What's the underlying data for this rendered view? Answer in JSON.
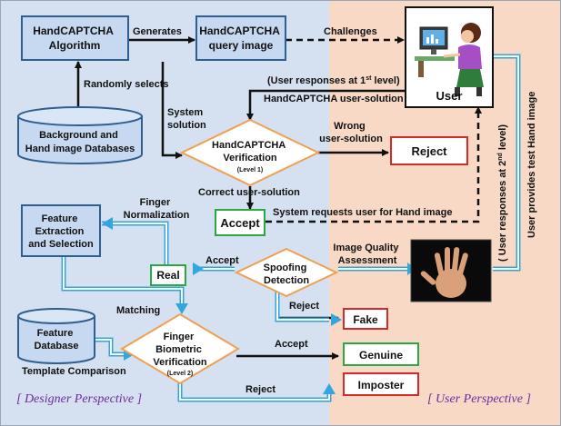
{
  "nodes": {
    "algorithm": "HandCAPTCHA\nAlgorithm",
    "query_image": "HandCAPTCHA\nquery image",
    "databases": "Background and\nHand image Databases",
    "user": "User",
    "verification": "HandCAPTCHA\nVerification",
    "verification_level": "(Level 1)",
    "reject": "Reject",
    "accept": "Accept",
    "feature_extraction": "Feature\nExtraction\nand Selection",
    "real": "Real",
    "spoofing": "Spoofing\nDetection",
    "fake": "Fake",
    "feature_db": "Feature\nDatabase",
    "biometric": "Finger\nBiometric\nVerification",
    "biometric_level": "(Level 2)",
    "genuine": "Genuine",
    "imposter": "Imposter"
  },
  "edge_labels": {
    "generates": "Generates",
    "challenges": "Challenges",
    "randomly_selects": "Randomly selects",
    "user_responses_1": "(User responses at 1",
    "user_responses_1_sup": "st",
    "user_responses_1_end": " level)",
    "user_solution": "HandCAPTCHA user-solution",
    "system_solution": "System\nsolution",
    "wrong": "Wrong\nuser-solution",
    "correct": "Correct  user-solution",
    "system_requests": "System requests user for Hand image",
    "finger_normalization": "Finger\nNormalization",
    "image_quality": "Image Quality\nAssessment",
    "accept_spoof": "Accept",
    "reject_spoof": "Reject",
    "matching": "Matching",
    "template_comparison": "Template Comparison",
    "accept_bio": "Accept",
    "reject_bio": "Reject",
    "user_responses_2": "( User responses at 2",
    "user_responses_2_sup": "nd",
    "user_responses_2_end": " level)",
    "user_provides": "User provides test Hand image"
  },
  "perspectives": {
    "designer": "[ Designer Perspective ]",
    "user": "[ User Perspective ]"
  },
  "colors": {
    "designer_bg": "#d5e0f0",
    "user_bg": "#f8d9c6",
    "box_fill": "#c6d9f0",
    "box_stroke": "#2e5f8f",
    "diamond_stroke": "#f0a050",
    "reject_stroke": "#d62a2a",
    "accept_stroke": "#2aa845",
    "flow_blue": "#33a7dd"
  }
}
